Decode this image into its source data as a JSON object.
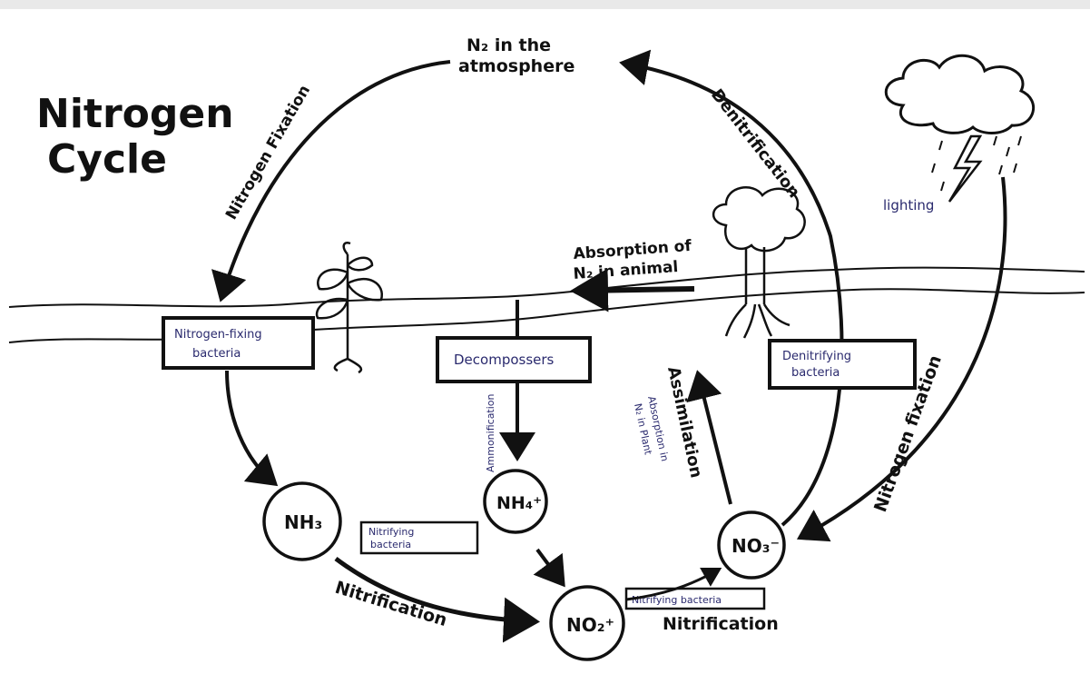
{
  "title": {
    "line1": "Nitrogen",
    "line2": "Cycle"
  },
  "atmosphere": {
    "line1": "N₂ in the",
    "line2": "atmosphere"
  },
  "processes": {
    "fixation_left": "Nitrogen Fixation",
    "fixation_right": "Nitrogen fixation",
    "denitrification": "Denitrification",
    "absorption_animal_line1": "Absorption of",
    "absorption_animal_line2": "N₂ in animal",
    "ammonification": "Ammonification",
    "assimilation": "Assimilation",
    "absorption_plant_line1": "Absorption in",
    "absorption_plant_line2": "N₂ in Plant",
    "nitrification_left": "Nitrification",
    "nitrification_right": "Nitrification",
    "lighting": "lighting"
  },
  "boxes": {
    "nitrogen_fixing_line1": "Nitrogen-fixing",
    "nitrogen_fixing_line2": "bacteria",
    "decomposers": "Decompossers",
    "denitrifying_line1": "Denitrifying",
    "denitrifying_line2": "bacteria",
    "nitrifying_line1": "Nitrifying",
    "nitrifying_line2": "bacteria",
    "nitrifying_bacteria": "Nitrifying bacteria"
  },
  "compounds": {
    "nh3": "NH₃",
    "nh4": "NH₄⁺",
    "no2": "NO₂⁺",
    "no3": "NO₃⁻"
  },
  "colors": {
    "ink": "#111111",
    "blue_ink": "#2a2a6e",
    "background": "#ffffff"
  }
}
